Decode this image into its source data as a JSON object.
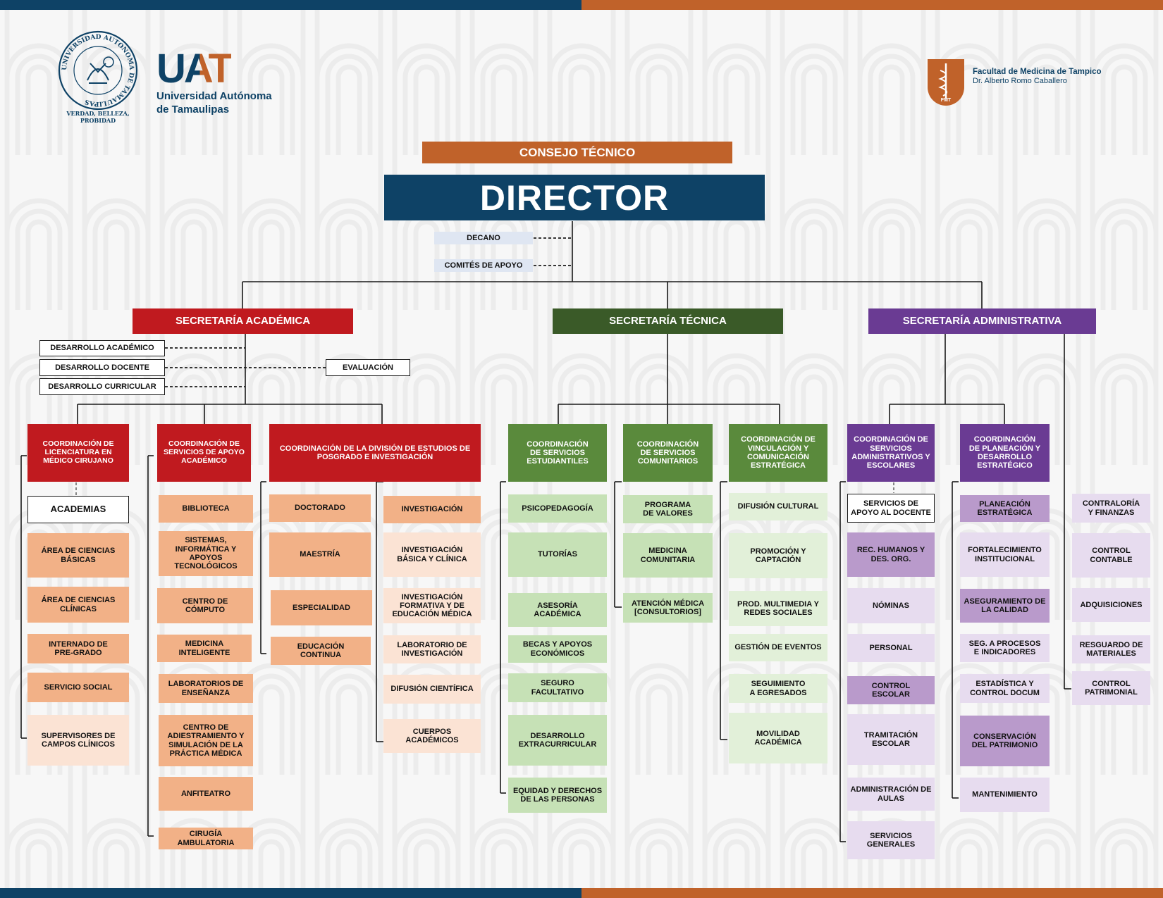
{
  "colors": {
    "navy": "#0e4266",
    "orange": "#c0622a",
    "red": "#c01a1f",
    "green_dark": "#3a5a28",
    "green": "#5a8a3c",
    "purple": "#6a3b93",
    "peach": "#f2b187",
    "peach_light": "#fbe3d4",
    "green_light": "#c6e1b6",
    "green_pale": "#e2f0d9",
    "lavender": "#b99acb",
    "lavender_light": "#e7dcef",
    "decano_bg": "#dfe6f2"
  },
  "logos": {
    "seal_icon": "university-seal-icon",
    "seal_motto": "VERDAD, BELLEZA, PROBIDAD",
    "seal_ring": "UNIVERSIDAD AUTONOMA DE TAMAULIPAS",
    "uat_wordmark": "UAT",
    "uat_line1": "Universidad Autónoma",
    "uat_line2": "de Tamaulipas",
    "fmt_icon": "caduceus-shield-icon",
    "fmt_badge": "FMT",
    "fmt_line1": "Facultad de Medicina de Tampico",
    "fmt_line2": "Dr. Alberto Romo Caballero"
  },
  "top": {
    "consejo": "CONSEJO TÉCNICO",
    "director": "DIRECTOR",
    "decano": "DECANO",
    "comites": "COMITÉS DE APOYO"
  },
  "secretarias": {
    "academica": "SECRETARÍA ACADÉMICA",
    "tecnica": "SECRETARÍA TÉCNICA",
    "administrativa": "SECRETARÍA ADMINISTRATIVA"
  },
  "academica_staff": {
    "desarrollo_academico": "DESARROLLO ACADÉMICO",
    "desarrollo_docente": "DESARROLLO DOCENTE",
    "desarrollo_curricular": "DESARROLLO CURRICULAR",
    "evaluacion": "EVALUACIÓN"
  },
  "coord": {
    "licenciatura": "COORDINACIÓN DE LICENCIATURA EN MÉDICO CIRUJANO",
    "servicios_apoyo": "COORDINACIÓN DE SERVICIOS DE APOYO ACADÉMICO",
    "posgrado": "COORDINACIÓN DE LA DIVISIÓN DE ESTUDIOS DE POSGRADO E INVESTIGACIÓN",
    "estudiantiles": "COORDINACIÓN DE SERVICIOS ESTUDIANTILES",
    "comunitarios": "COORDINACIÓN DE SERVICIOS COMUNITARIOS",
    "vinculacion": "COORDINACIÓN DE VINCULACIÓN Y COMUNICACIÓN ESTRATÉGICA",
    "administrativos": "COORDINACIÓN DE SERVICIOS ADMINISTRATIVOS Y ESCOLARES",
    "planeacion": "COORDINACIÓN DE PLANEACIÓN Y DESARROLLO ESTRATÉGICO"
  },
  "lists": {
    "academias": "ACADEMIAS",
    "licenciatura": [
      "ÁREA DE CIENCIAS BÁSICAS",
      "ÁREA DE CIENCIAS CLÍNICAS",
      "INTERNADO DE PRE-GRADO",
      "SERVICIO SOCIAL",
      "SUPERVISORES DE CAMPOS CLÍNICOS"
    ],
    "servicios_apoyo": [
      "BIBLIOTECA",
      "SISTEMAS, INFORMÁTICA Y APOYOS TECNOLÓGICOS",
      "CENTRO DE CÓMPUTO",
      "MEDICINA INTELIGENTE",
      "LABORATORIOS DE ENSEÑANZA",
      "CENTRO DE ADIESTRAMIENTO Y SIMULACIÓN DE LA PRÁCTICA MÉDICA",
      "ANFITEATRO",
      "CIRUGÍA AMBULATORIA"
    ],
    "posgrado_a": [
      "DOCTORADO",
      "MAESTRÍA",
      "ESPECIALIDAD",
      "EDUCACIÓN CONTINUA"
    ],
    "posgrado_b": [
      "INVESTIGACIÓN",
      "INVESTIGACIÓN BÁSICA Y CLÍNICA",
      "INVESTIGACIÓN FORMATIVA Y DE EDUCACIÓN MÉDICA",
      "LABORATORIO DE INVESTIGACIÓN",
      "DIFUSIÓN CIENTÍFICA",
      "CUERPOS ACADÉMICOS"
    ],
    "estudiantiles": [
      "PSICOPEDAGOGÍA",
      "TUTORÍAS",
      "ASESORÍA ACADÉMICA",
      "BECAS Y APOYOS ECONÓMICOS",
      "SEGURO FACULTATIVO",
      "DESARROLLO EXTRACURRICULAR",
      "EQUIDAD Y DERECHOS DE LAS PERSONAS"
    ],
    "comunitarios": [
      "PROGRAMA DE VALORES",
      "MEDICINA COMUNITARIA",
      "ATENCIÓN MÉDICA [CONSULTORIOS]"
    ],
    "vinculacion": [
      "DIFUSIÓN CULTURAL",
      "PROMOCIÓN Y CAPTACIÓN",
      "PROD. MULTIMEDIA Y REDES SOCIALES",
      "GESTIÓN DE EVENTOS",
      "SEGUIMIENTO A EGRESADOS",
      "MOVILIDAD ACADÉMICA"
    ],
    "apoyo_docente": "SERVICIOS DE APOYO AL DOCENTE",
    "administrativos": [
      "REC. HUMANOS Y DES. ORG.",
      "NÓMINAS",
      "PERSONAL",
      "CONTROL ESCOLAR",
      "TRAMITACIÓN ESCOLAR",
      "ADMINISTRACIÓN DE AULAS",
      "SERVICIOS GENERALES"
    ],
    "planeacion": [
      "PLANEACIÓN ESTRATÉGICA",
      "FORTALECIMIENTO INSTITUCIONAL",
      "ASEGURAMIENTO DE LA CALIDAD",
      "SEG. A PROCESOS E INDICADORES",
      "ESTADÍSTICA Y CONTROL DOCUM",
      "CONSERVACIÓN DEL PATRIMONIO",
      "MANTENIMIENTO"
    ],
    "contraloria": [
      "CONTRALORÍA Y FINANZAS",
      "CONTROL CONTABLE",
      "ADQUISICIONES",
      "RESGUARDO DE MATERIALES",
      "CONTROL PATRIMONIAL"
    ]
  }
}
